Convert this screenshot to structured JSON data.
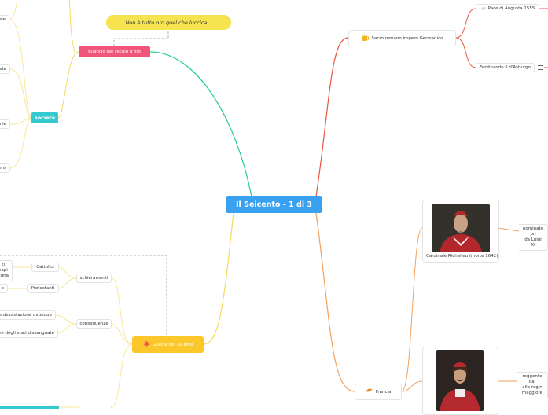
{
  "central": {
    "label": "Il Seicento - 1 di 3"
  },
  "bilancio": {
    "label": "Bilancio del secolo d'oro",
    "callout": "Non è tutto oro quel che luccica..."
  },
  "societa": {
    "label": "società",
    "items": [
      "ale",
      "ste",
      "mie",
      "ens"
    ]
  },
  "guerra": {
    "label": "Guerra dei 30 anni",
    "icon": "explosion-icon",
    "schieramenti": {
      "label": "schieramenti",
      "cattolici": "Cattolici",
      "protestanti": "Protestanti",
      "cattolici_left": [
        "ti capi",
        "agna"
      ],
      "protestanti_left": "e"
    },
    "conseguenze": {
      "label": "conseguenze",
      "items": [
        "e devastazione ovunque",
        "zze degli stati dissanguate"
      ]
    }
  },
  "sacro": {
    "label": "Sacro romano impero Germanico",
    "icon": "beer-mug-icon",
    "pace": "Pace di Augusta 1555",
    "pace_icon": "dove-icon",
    "ferdinando": "Ferdinando II d'Asburgo",
    "menu_icon": "list-icon"
  },
  "francia": {
    "label": "Francia",
    "icon": "croissant-icon",
    "richelieu": {
      "caption": "Cardinale Richelieu (morte 1642)",
      "note": [
        "nominato pri",
        "da Luigi XI"
      ]
    },
    "mazarino": {
      "note": [
        "reggente dal",
        "alla regin",
        "maggiore"
      ]
    }
  },
  "colors": {
    "central": "#3aa0f0",
    "pink": "#f0567a",
    "yellow": "#fbc72b",
    "teal": "#34c9cf",
    "red": "#e8553f",
    "orange": "#f5a05a"
  }
}
